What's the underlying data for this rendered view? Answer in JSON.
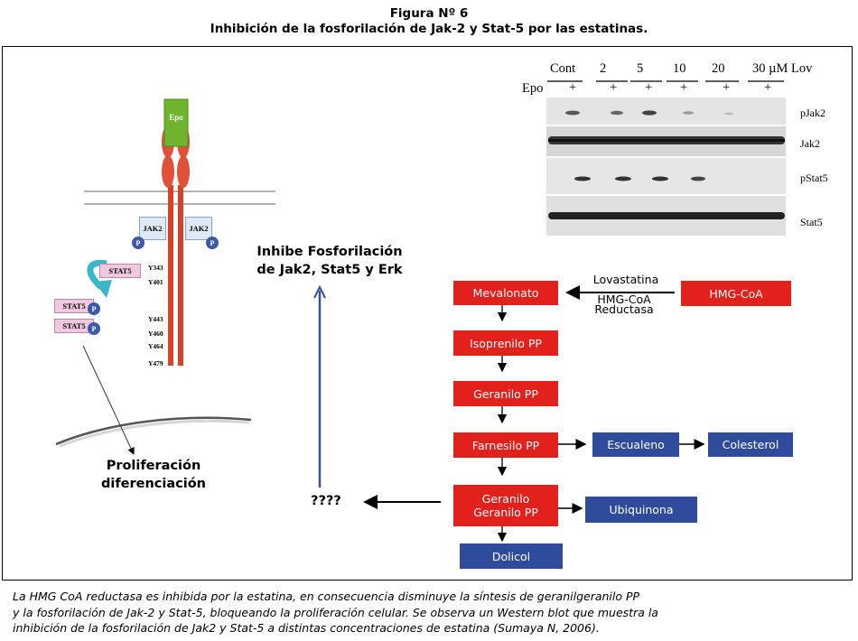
{
  "figure": {
    "title": "Figura Nº 6",
    "subtitle": "Inhibición de la fosforilación de Jak-2 y Stat-5 por las estatinas."
  },
  "receptor": {
    "epo_label": "Epo",
    "jak2_left": "JAK2",
    "jak2_right": "JAK2",
    "p_label": "P",
    "stat5_free": "STAT5",
    "stat5_dimer_top": "STAT5",
    "stat5_dimer_bottom": "STAT5",
    "tyrosines": [
      "Y343",
      "Y401",
      "Y443",
      "Y460",
      "Y464",
      "Y479"
    ],
    "outcome_line1": "Proliferación",
    "outcome_line2": "diferenciación"
  },
  "inhibition": {
    "line1": "Inhibe Fosforilación",
    "line2": "de Jak2, Stat5 y Erk",
    "unknown": "????"
  },
  "western_blot": {
    "header": [
      "Cont",
      "2",
      "5",
      "10",
      "20",
      "30 µM Lov"
    ],
    "row_label": "Epo",
    "treatment": "+",
    "bands": [
      "pJak2",
      "Jak2",
      "pStat5",
      "Stat5"
    ]
  },
  "pathway": {
    "mevalonato": "Mevalonato",
    "hmg_coa": "HMG-CoA",
    "inhibitor": "Lovastatina",
    "enzyme_line1": "HMG-CoA",
    "enzyme_line2": "Reductasa",
    "isoprenilo": "Isoprenilo PP",
    "geranilo": "Geranilo PP",
    "farnesilo": "Farnesilo PP",
    "escualeno": "Escualeno",
    "colesterol": "Colesterol",
    "gg_line1": "Geranilo",
    "gg_line2": "Geranilo PP",
    "ubiquinona": "Ubiquinona",
    "dolicol": "Dolicol"
  },
  "caption": {
    "line1": "La HMG CoA reductasa es inhibida por la estatina, en consecuencia disminuye la síntesis de geranilgeranilo PP",
    "line2": "y la fosforilación de Jak-2 y Stat-5, bloqueando la proliferación celular. Se observa un Western blot que muestra la",
    "line3": "inhibición de la fosforilación de Jak2 y Stat-5 a distintas concentraciones de estatina (Sumaya N, 2006)."
  },
  "colors": {
    "red_box": "#e3211c",
    "blue_box": "#2f4b9c",
    "receptor_red": "#d9402a",
    "epo_green": "#6fb42c",
    "arrow_blue": "#3a4f9c",
    "stat5_pink": "#f0c8e0",
    "phospho_blue": "#3d5aa8"
  }
}
